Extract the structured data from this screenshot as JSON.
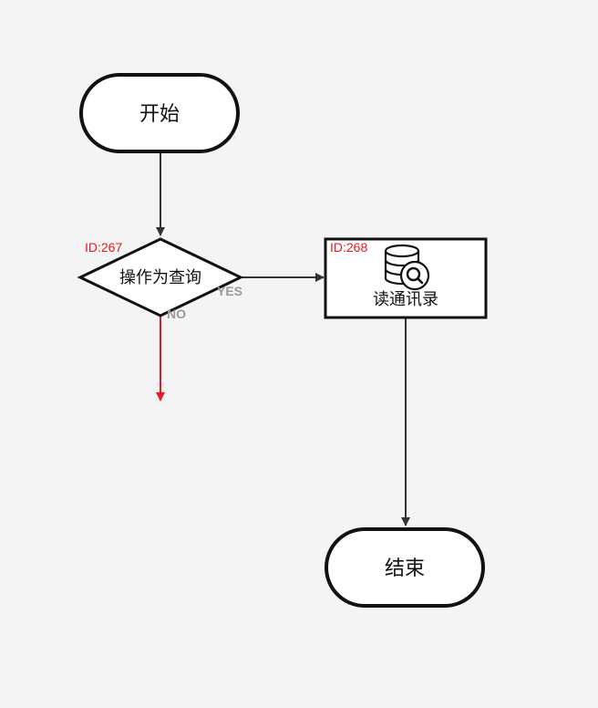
{
  "flowchart": {
    "start_label": "开始",
    "end_label": "结束",
    "decision": {
      "id_label": "ID:267",
      "label": "操作为查询",
      "yes_label": "YES",
      "no_label": "NO"
    },
    "process": {
      "id_label": "ID:268",
      "label": "读通讯录",
      "icon": "database-search-icon"
    }
  },
  "colors": {
    "background": "#f4f4f4",
    "stroke": "#111111",
    "edge": "#333333",
    "no_edge": "#e8191f",
    "id_text": "#e8191f",
    "edge_label": "#9a9a9a"
  }
}
